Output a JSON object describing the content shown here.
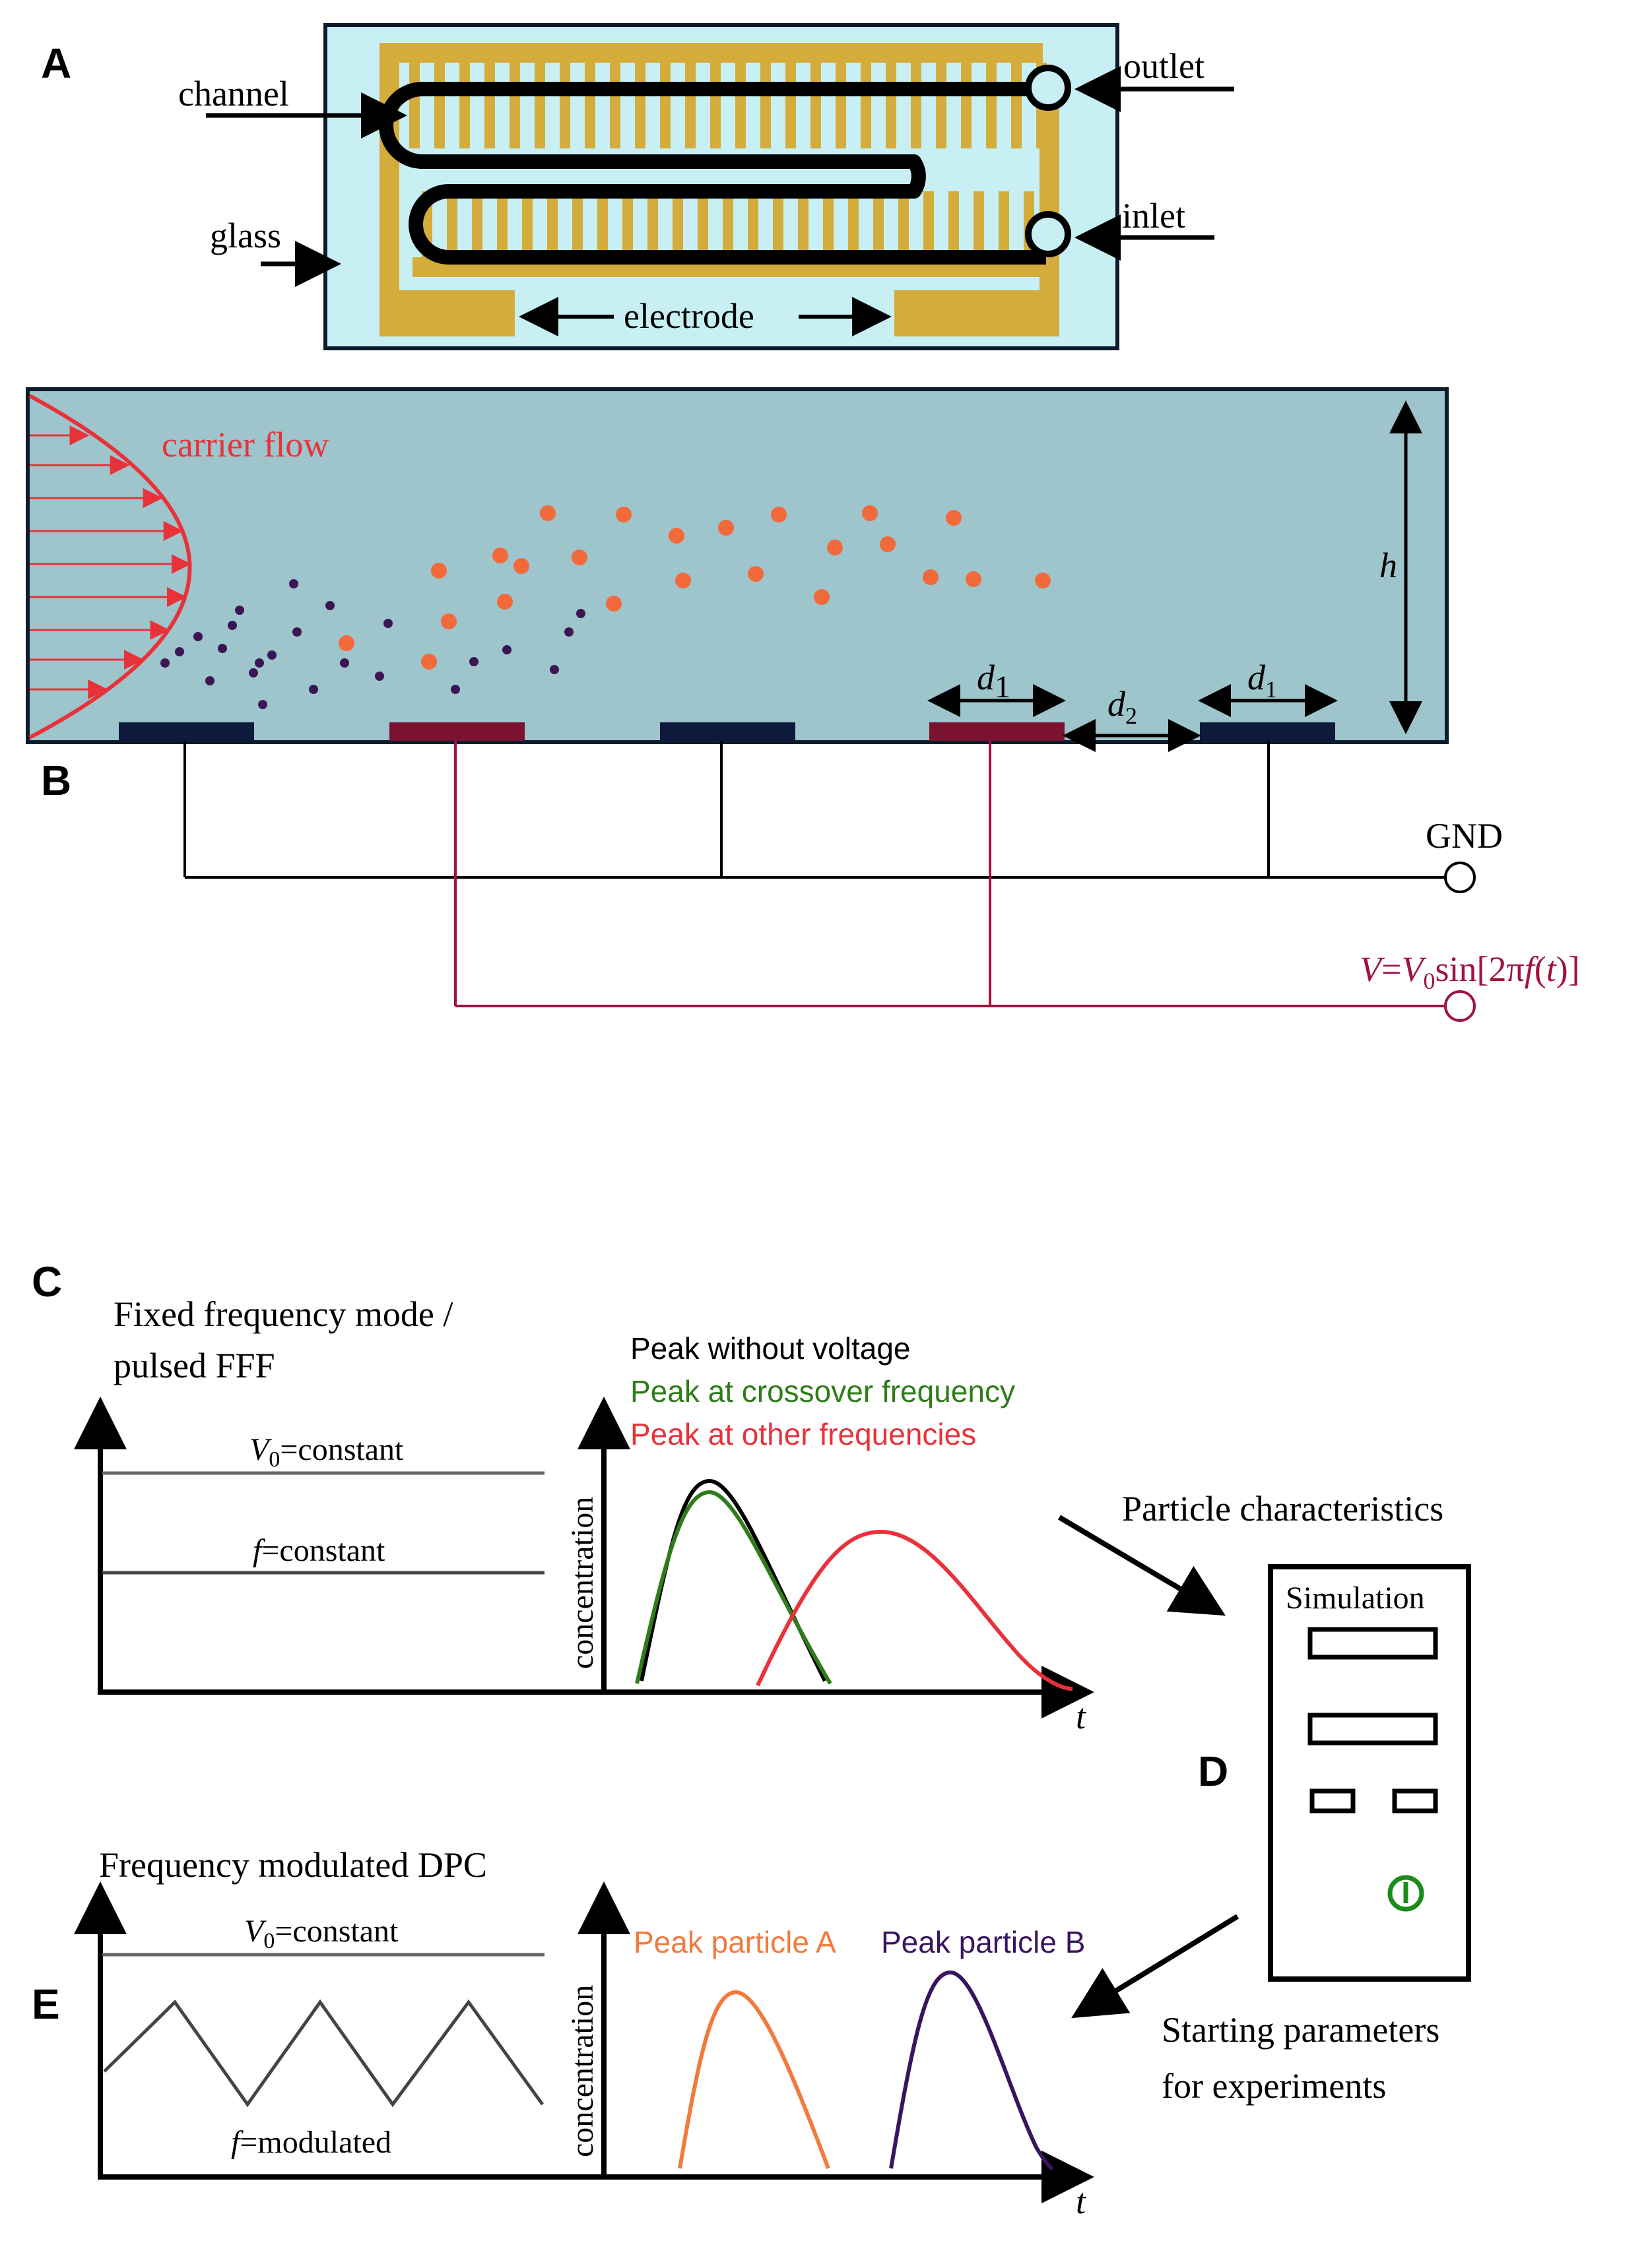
{
  "panels": {
    "a": "A",
    "b": "B",
    "c": "C",
    "d": "D",
    "e": "E"
  },
  "panel_a": {
    "channel": "channel",
    "glass": "glass",
    "outlet": "outlet",
    "inlet": "inlet",
    "electrode": "electrode"
  },
  "panel_b": {
    "carrier_flow": "carrier flow",
    "h": "h",
    "d1": "d",
    "d1_sub": "1",
    "d2": "d",
    "d2_sub": "2",
    "gnd": "GND",
    "voltage": {
      "v": "V",
      "eq": "=",
      "v0": "V",
      "v0_sub": "0",
      "sin": "sin[2π",
      "f": "f",
      "paren_open": "(",
      "t": "t",
      "paren_close": ")]"
    }
  },
  "panel_c": {
    "title_line1": "Fixed frequency mode /",
    "title_line2": "pulsed FFF",
    "v0_label": "V",
    "v0_sub": "0",
    "v0_rest": "=constant",
    "f_label": "f",
    "f_rest": "=constant",
    "ylabel": "concentration",
    "xlabel": "t",
    "legend": [
      {
        "text": "Peak without voltage",
        "color": "#000000"
      },
      {
        "text": "Peak at crossover frequency",
        "color": "#2e7d1a"
      },
      {
        "text": "Peak at other frequencies",
        "color": "#e8323a"
      }
    ]
  },
  "panel_d": {
    "particle_characteristics": "Particle characteristics",
    "simulation": "Simulation",
    "starting_line1": "Starting parameters",
    "starting_line2": "for experiments",
    "power_icon": "power-icon"
  },
  "panel_e": {
    "title": "Frequency modulated DPC",
    "v0_label": "V",
    "v0_sub": "0",
    "v0_rest": "=constant",
    "f_label": "f",
    "f_rest": "=modulated",
    "ylabel": "concentration",
    "xlabel": "t",
    "peak_a": "Peak particle A",
    "peak_b": "Peak particle B"
  },
  "colors": {
    "glass": "#c8f0f4",
    "electrode_gold": "#d4ac3c",
    "channel_fluid": "#9ec4cc",
    "flow_red": "#e8323a",
    "particle_orange": "#f26a3a",
    "particle_purple": "#3a1656",
    "electrode_dark": "#0e1a3c",
    "electrode_red": "#7a1230",
    "circuit_red": "#a0143c",
    "peak_green": "#2e7d1a",
    "peak_orange": "#f27a3c",
    "peak_purple": "#3a1460",
    "power_green": "#1a8c1a"
  }
}
